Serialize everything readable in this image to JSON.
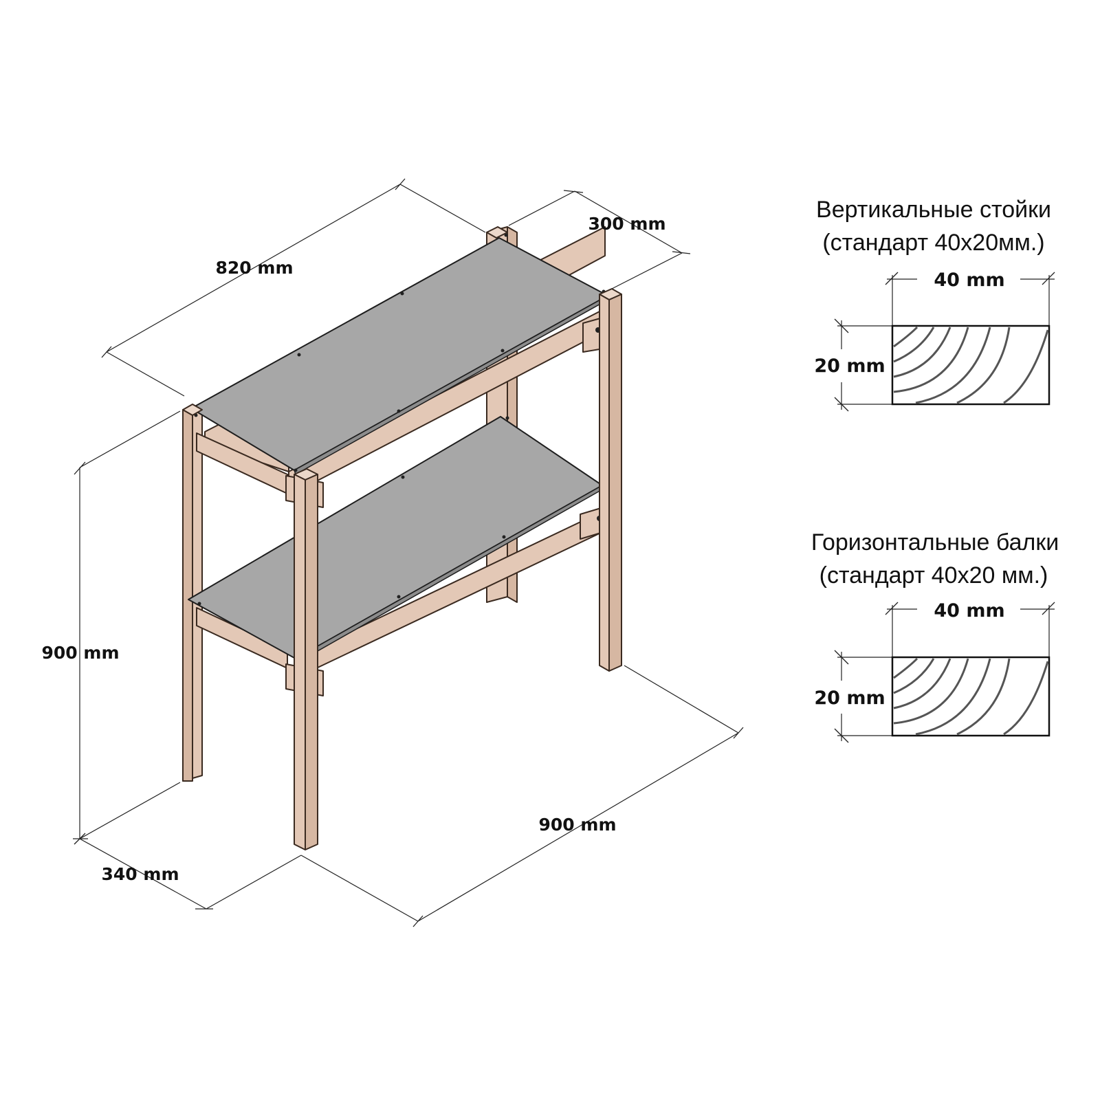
{
  "dimensions": {
    "top_width": "820 mm",
    "top_depth": "300 mm",
    "height": "900 mm",
    "bottom_depth": "340 mm",
    "bottom_width": "900 mm"
  },
  "sections": [
    {
      "title_line1": "Вертикальные стойки",
      "title_line2": "(стандарт 40х20мм.)",
      "width_label": "40 mm",
      "height_label": "20 mm"
    },
    {
      "title_line1": "Горизонтальные балки",
      "title_line2": "(стандарт 40х20 мм.)",
      "width_label": "40 mm",
      "height_label": "20 mm"
    }
  ],
  "colors": {
    "wood": "#e3c8b6",
    "shelf": "#a7a7a7",
    "line": "#222222"
  }
}
